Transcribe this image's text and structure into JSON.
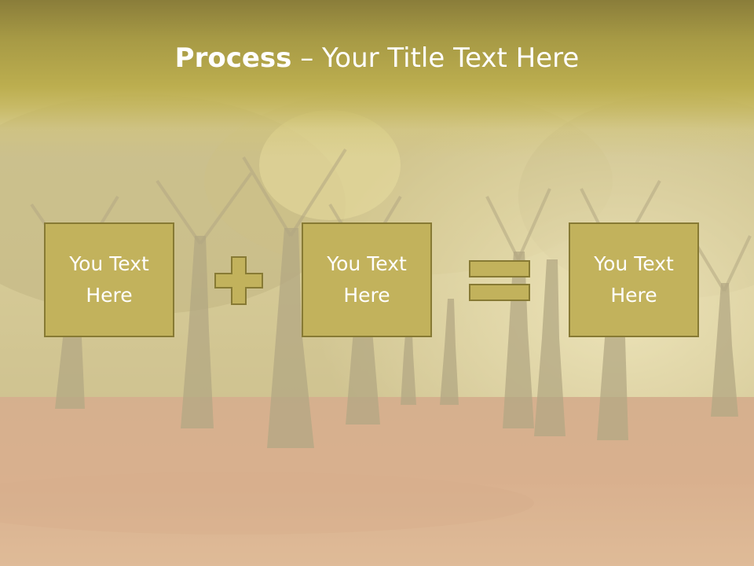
{
  "slide": {
    "title_bold": "Process",
    "title_separator": " – ",
    "title_rest": "Your Title Text Here",
    "boxes": [
      {
        "text": "You Text Here"
      },
      {
        "text": "You Text Here"
      },
      {
        "text": "You Text Here"
      }
    ],
    "operators": [
      "plus",
      "equals"
    ]
  },
  "colors": {
    "band_top": "#8a7d3a",
    "band_bottom": "#bcae4f",
    "box_fill": "#c2b25c",
    "box_border": "#877a34",
    "text": "#ffffff"
  },
  "background": {
    "description_icon": "autumn-park-photo"
  }
}
